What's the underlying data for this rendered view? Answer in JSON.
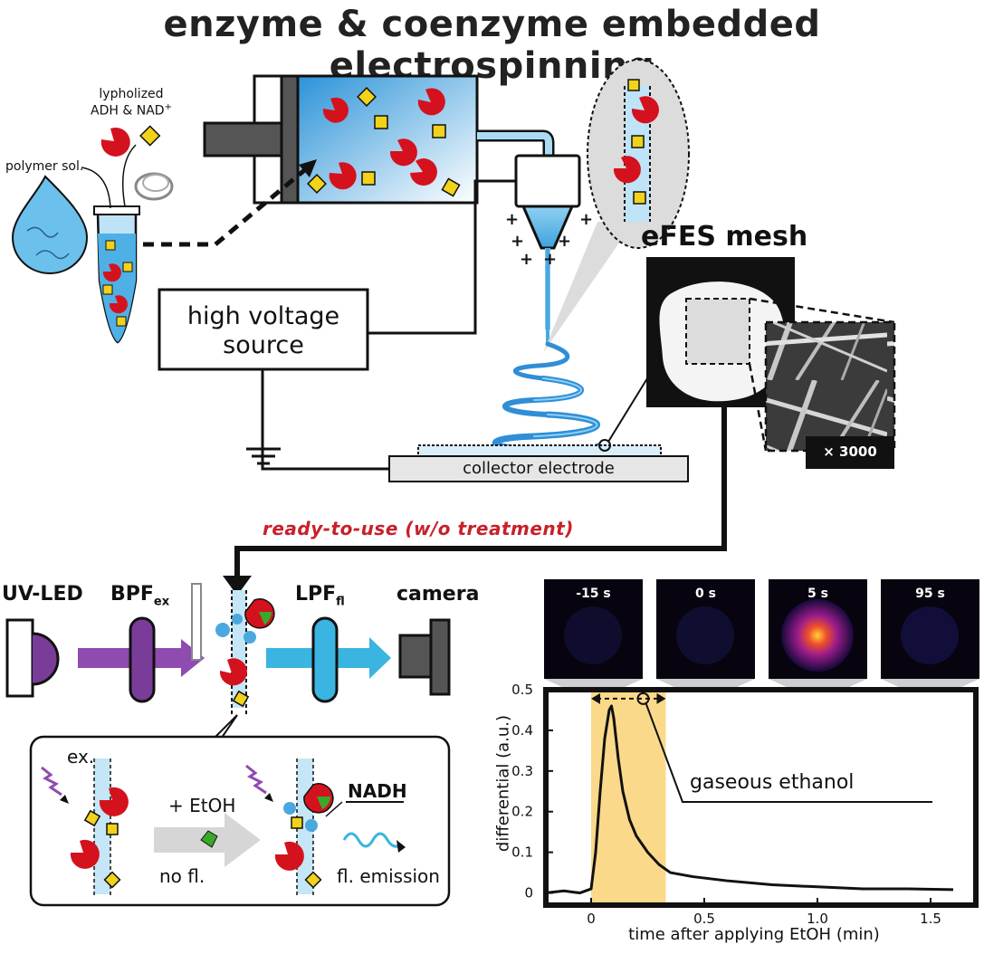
{
  "title": "enzyme & coenzyme embedded electrospinning",
  "labels": {
    "lyophilized_line1": "lypholized",
    "lyophilized_line2": "ADH & NAD",
    "nad_superscript": "+",
    "polymer": "polymer sol.",
    "hv_line1": "high voltage",
    "hv_line2": "source",
    "collector": "collector electrode",
    "efes_mesh": "eFES mesh",
    "magnification": "× 3000",
    "ready": "ready-to-use (w/o treatment)",
    "uv_led": "UV-LED",
    "bpf": "BPF",
    "bpf_sub": "ex",
    "lpf": "LPF",
    "lpf_sub": "fl",
    "camera": "camera",
    "ex": "ex.",
    "etoh": "+ EtOH",
    "nadh": "NADH",
    "no_fl": "no fl.",
    "fl_emission": "fl. emission",
    "gaseous": "gaseous ethanol"
  },
  "thumbnails": [
    "-15 s",
    "0 s",
    "5 s",
    "95 s"
  ],
  "colors": {
    "enzyme_red": "#d4121e",
    "coenzyme_yellow": "#f2d21a",
    "solution_blue": "#5ab8e8",
    "uv_purple": "#7a3c99",
    "fluor_cyan": "#3ab4e0",
    "highlight_orange": "#fbd98a",
    "ready_red": "#c8202a"
  },
  "chart_data": {
    "type": "line",
    "xlabel": "time after applying EtOH (min)",
    "ylabel": "differential (a.u.)",
    "xlim": [
      -0.2,
      1.7
    ],
    "ylim": [
      -0.03,
      0.5
    ],
    "xticks": [
      "0",
      "0.5",
      "1.0",
      "1.5"
    ],
    "yticks": [
      "0",
      "0.1",
      "0.2",
      "0.3",
      "0.4",
      "0.5"
    ],
    "highlight_range": [
      0,
      0.33
    ],
    "annotation": "gaseous ethanol",
    "series": [
      {
        "x": [
          -0.2,
          -0.12,
          -0.05,
          0.0,
          0.02,
          0.04,
          0.06,
          0.08,
          0.09,
          0.1,
          0.12,
          0.14,
          0.17,
          0.2,
          0.25,
          0.3,
          0.35,
          0.45,
          0.6,
          0.8,
          1.0,
          1.2,
          1.4,
          1.6
        ],
        "y": [
          0.0,
          0.005,
          0.0,
          0.01,
          0.1,
          0.25,
          0.38,
          0.45,
          0.46,
          0.43,
          0.33,
          0.25,
          0.18,
          0.14,
          0.1,
          0.07,
          0.05,
          0.04,
          0.03,
          0.02,
          0.015,
          0.01,
          0.01,
          0.008
        ]
      }
    ]
  }
}
